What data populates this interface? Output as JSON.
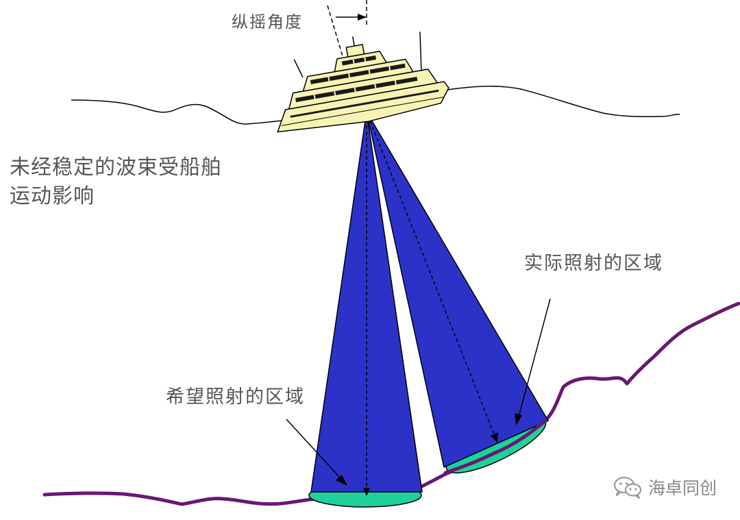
{
  "labels": {
    "pitch_angle": "纵摇角度",
    "effect_line1": "未经稳定的波束受船舶",
    "effect_line2": "运动影响",
    "actual_area": "实际照射的区域",
    "desired_area": "希望照射的区域"
  },
  "watermark": {
    "text": "海卓同创",
    "icon": "wechat-icon"
  },
  "colors": {
    "beam": "#2c32c8",
    "footprint": "#1fd19a",
    "seafloor": "#6a1773",
    "sea_surface": "#000000",
    "ship_body": "#f7f3b4",
    "text": "#555555"
  }
}
